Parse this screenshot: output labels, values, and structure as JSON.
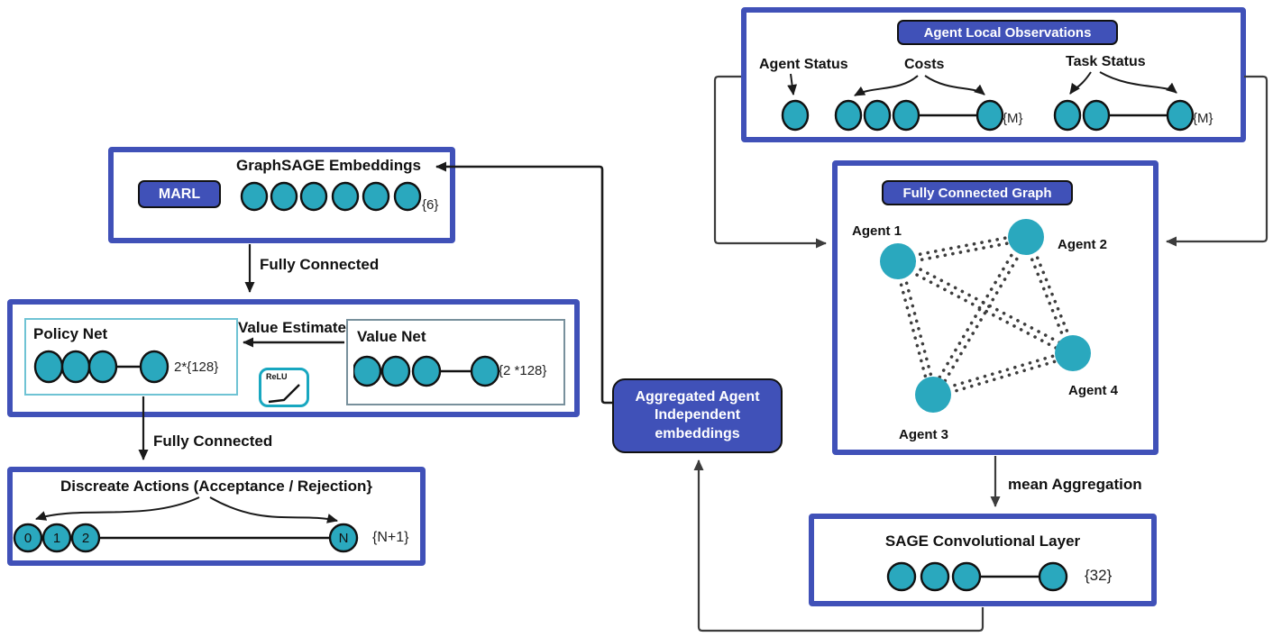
{
  "colors": {
    "indigo": "#4051b8",
    "teal": "#2aa8be",
    "line": "#1a1a1a",
    "line2": "#3c3c3c",
    "edge": "#3d3d3d",
    "policy_border": "#6fc3d4",
    "value_border": "#78909c",
    "relu_border": "#18a7c0"
  },
  "graphsage_box": {
    "title": "GraphSAGE Embeddings",
    "badge": "MARL",
    "count_label": "{6}"
  },
  "connectors": {
    "fully_connected_1": "Fully Connected",
    "fully_connected_2": "Fully Connected",
    "value_estimate": "Value Estimate",
    "mean_aggregation": "mean Aggregation"
  },
  "policy_value_box": {
    "policy_title": "Policy Net",
    "policy_dim": "2*{128}",
    "relu": "ReLU",
    "value_title": "Value Net",
    "value_dim": "{2 *128}"
  },
  "discrete_box": {
    "title": "Discreate Actions (Acceptance / Rejection}",
    "nodes": [
      "0",
      "1",
      "2",
      "N"
    ],
    "count_label": "{N+1}"
  },
  "aggregated_box": {
    "line1": "Aggregated Agent",
    "line2": "Independent",
    "line3": "embeddings"
  },
  "observations_box": {
    "title": "Agent Local Observations",
    "agent_status": "Agent Status",
    "costs": "Costs",
    "task_status": "Task Status",
    "costs_count": "{M}",
    "task_count": "{M}"
  },
  "graph_box": {
    "title": "Fully Connected Graph",
    "agents": [
      "Agent 1",
      "Agent 2",
      "Agent 3",
      "Agent 4"
    ]
  },
  "sage_box": {
    "title": "SAGE Convolutional Layer",
    "count_label": "{32}"
  }
}
